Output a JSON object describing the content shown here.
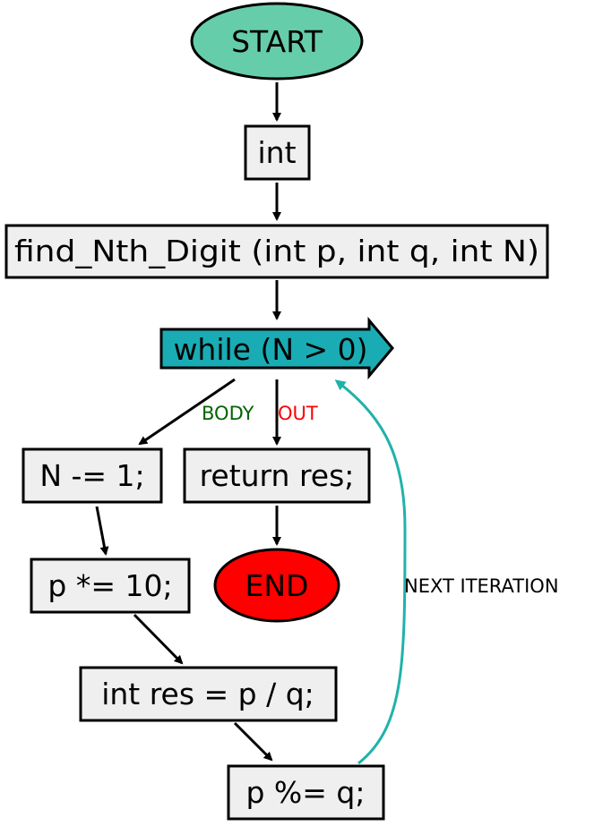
{
  "nodes": {
    "start": "START",
    "return_type": "int",
    "signature": "find_Nth_Digit (int p, int q, int N)",
    "loop": "while (N > 0)",
    "decrement": "N -= 1;",
    "multiply": "p *= 10;",
    "compute_res": "int res = p / q;",
    "modulo": "p %= q;",
    "return_stmt": "return res;",
    "end": "END"
  },
  "edge_labels": {
    "body": "BODY",
    "out": "OUT",
    "next": "NEXT ITERATION"
  },
  "colors": {
    "start_fill": "#66cdaa",
    "end_fill": "#ff0000",
    "loop_fill": "#1aacb4",
    "box_fill": "#efefef",
    "body_label": "#006400",
    "out_label": "#ff0000",
    "loop_back": "#20b2aa"
  }
}
